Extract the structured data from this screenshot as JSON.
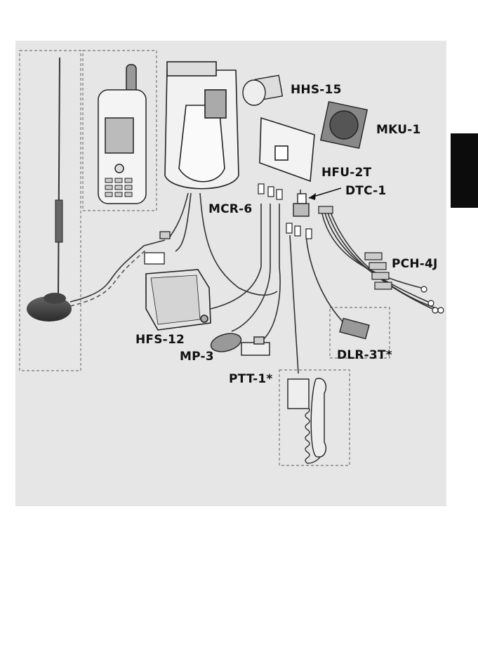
{
  "labels": {
    "hhs15": "HHS-15",
    "mku1": "MKU-1",
    "hfu2t": "HFU-2T",
    "dtc1": "DTC-1",
    "mcr6": "MCR-6",
    "pch4j": "PCH-4J",
    "hfs12": "HFS-12",
    "mp3": "MP-3",
    "dlr3t": "DLR-3T*",
    "ptt1": "PTT-1*"
  },
  "colors": {
    "panel": "#e6e6e6",
    "line": "#333333",
    "tab": "#0c0c0c",
    "dash": "#777777"
  }
}
